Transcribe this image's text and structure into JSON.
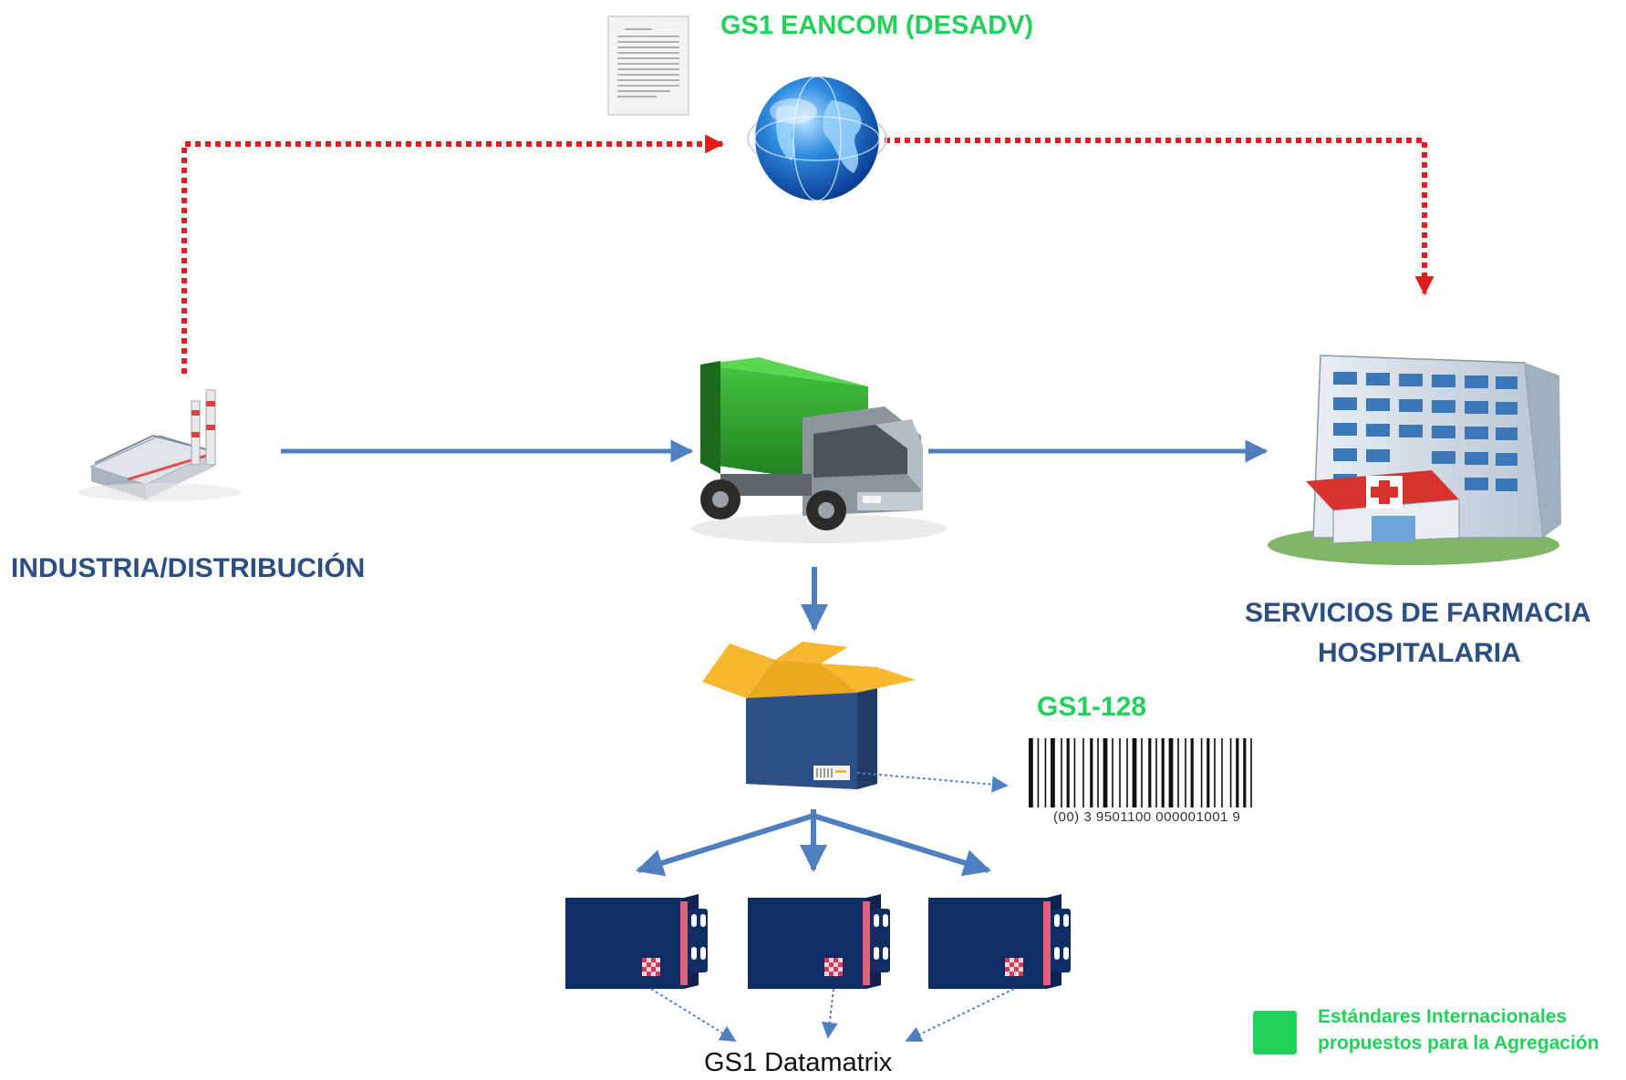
{
  "labels": {
    "protocol": "GS1 EANCOM (DESADV)",
    "source": "INDUSTRIA/DISTRIBUCIÓN",
    "destination_line1": "SERVICIOS DE FARMACIA",
    "destination_line2": "HOSPITALARIA",
    "barcode_standard": "GS1-128",
    "barcode_number": "(00) 3 9501100 000001001 9",
    "item_standard": "GS1 Datamatrix"
  },
  "legend": {
    "line1": "Estándares Internacionales",
    "line2": "propuestos para la Agregación",
    "color": "#22d05a"
  },
  "colors": {
    "flow_arrow": "#4f7fc1",
    "message_arrow": "#e41c1c",
    "label_dark": "#2b4f84",
    "label_green": "#22d05a"
  },
  "icons": {
    "document": "document-icon",
    "globe": "globe-icon",
    "factory": "factory-icon",
    "truck": "truck-icon",
    "hospital": "hospital-icon",
    "box": "open-box-icon",
    "barcode": "barcode-icon",
    "pack": "medicine-pack-icon"
  }
}
